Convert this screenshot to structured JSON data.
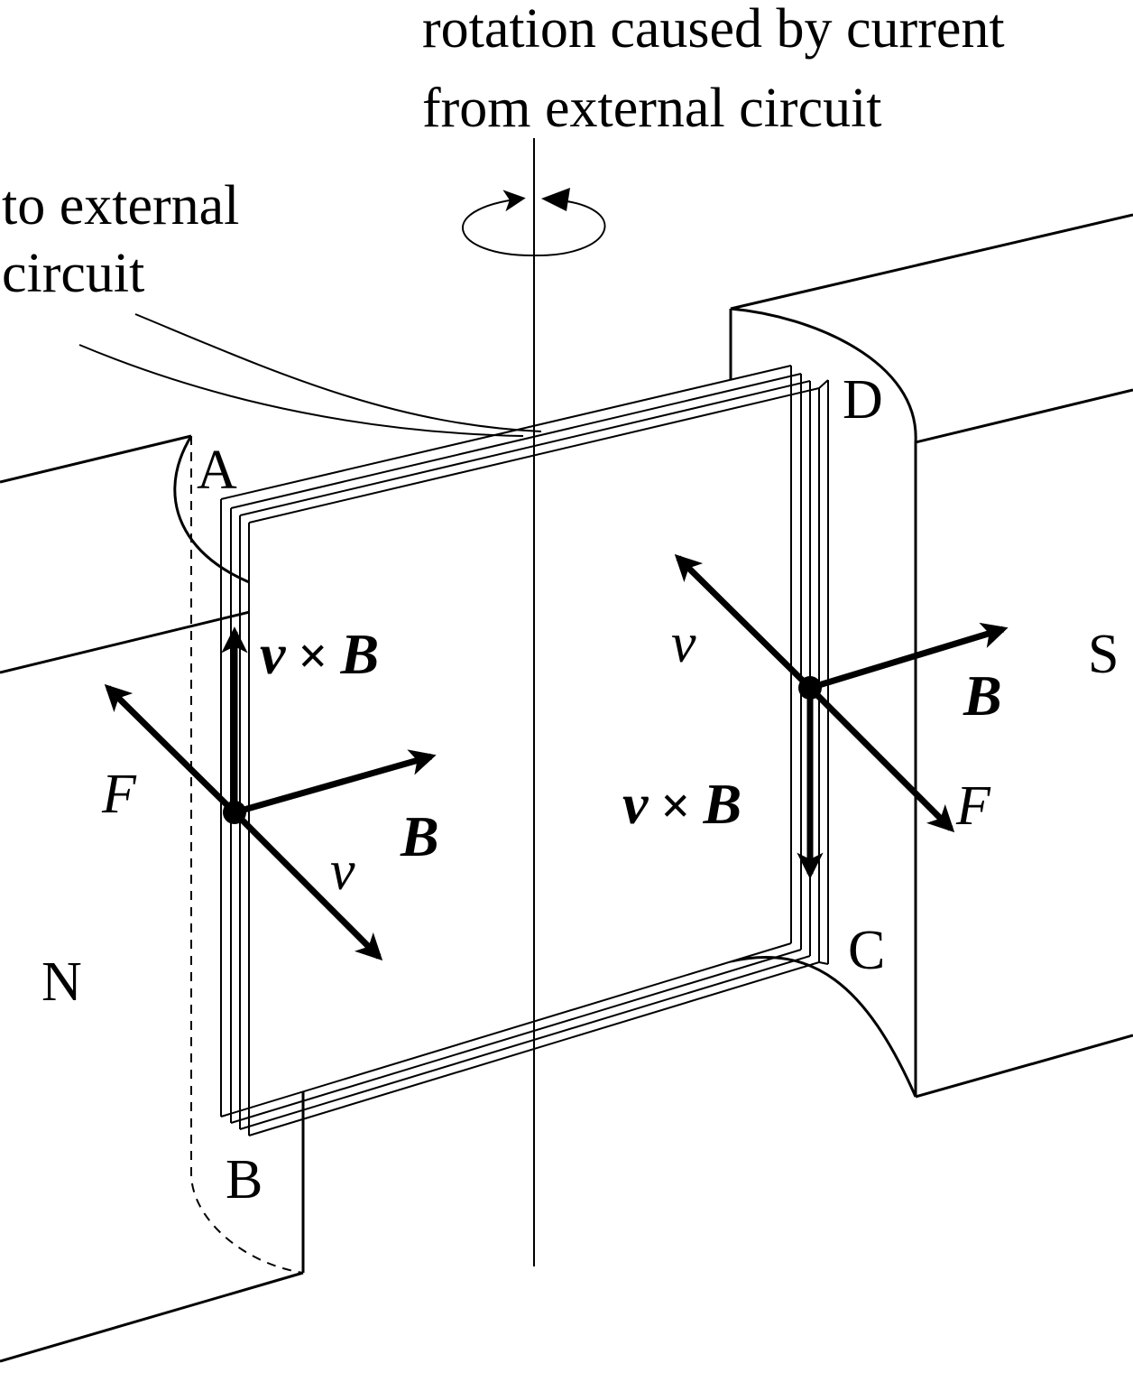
{
  "captions": {
    "rotation_line1": "rotation caused by current",
    "rotation_line2": "from external circuit",
    "external_line1": "to external",
    "external_line2": "circuit"
  },
  "pole_labels": {
    "north": "N",
    "south": "S"
  },
  "corner_labels": {
    "a": "A",
    "b": "B",
    "c": "C",
    "d": "D"
  },
  "vectors": {
    "left": {
      "v": "v",
      "B": "B",
      "F": "F",
      "vxB_v": "v",
      "vxB_cross": "×",
      "vxB_B": "B"
    },
    "right": {
      "v": "v",
      "B": "B",
      "F": "F",
      "vxB_v": "v",
      "vxB_cross": "×",
      "vxB_B": "B"
    }
  }
}
